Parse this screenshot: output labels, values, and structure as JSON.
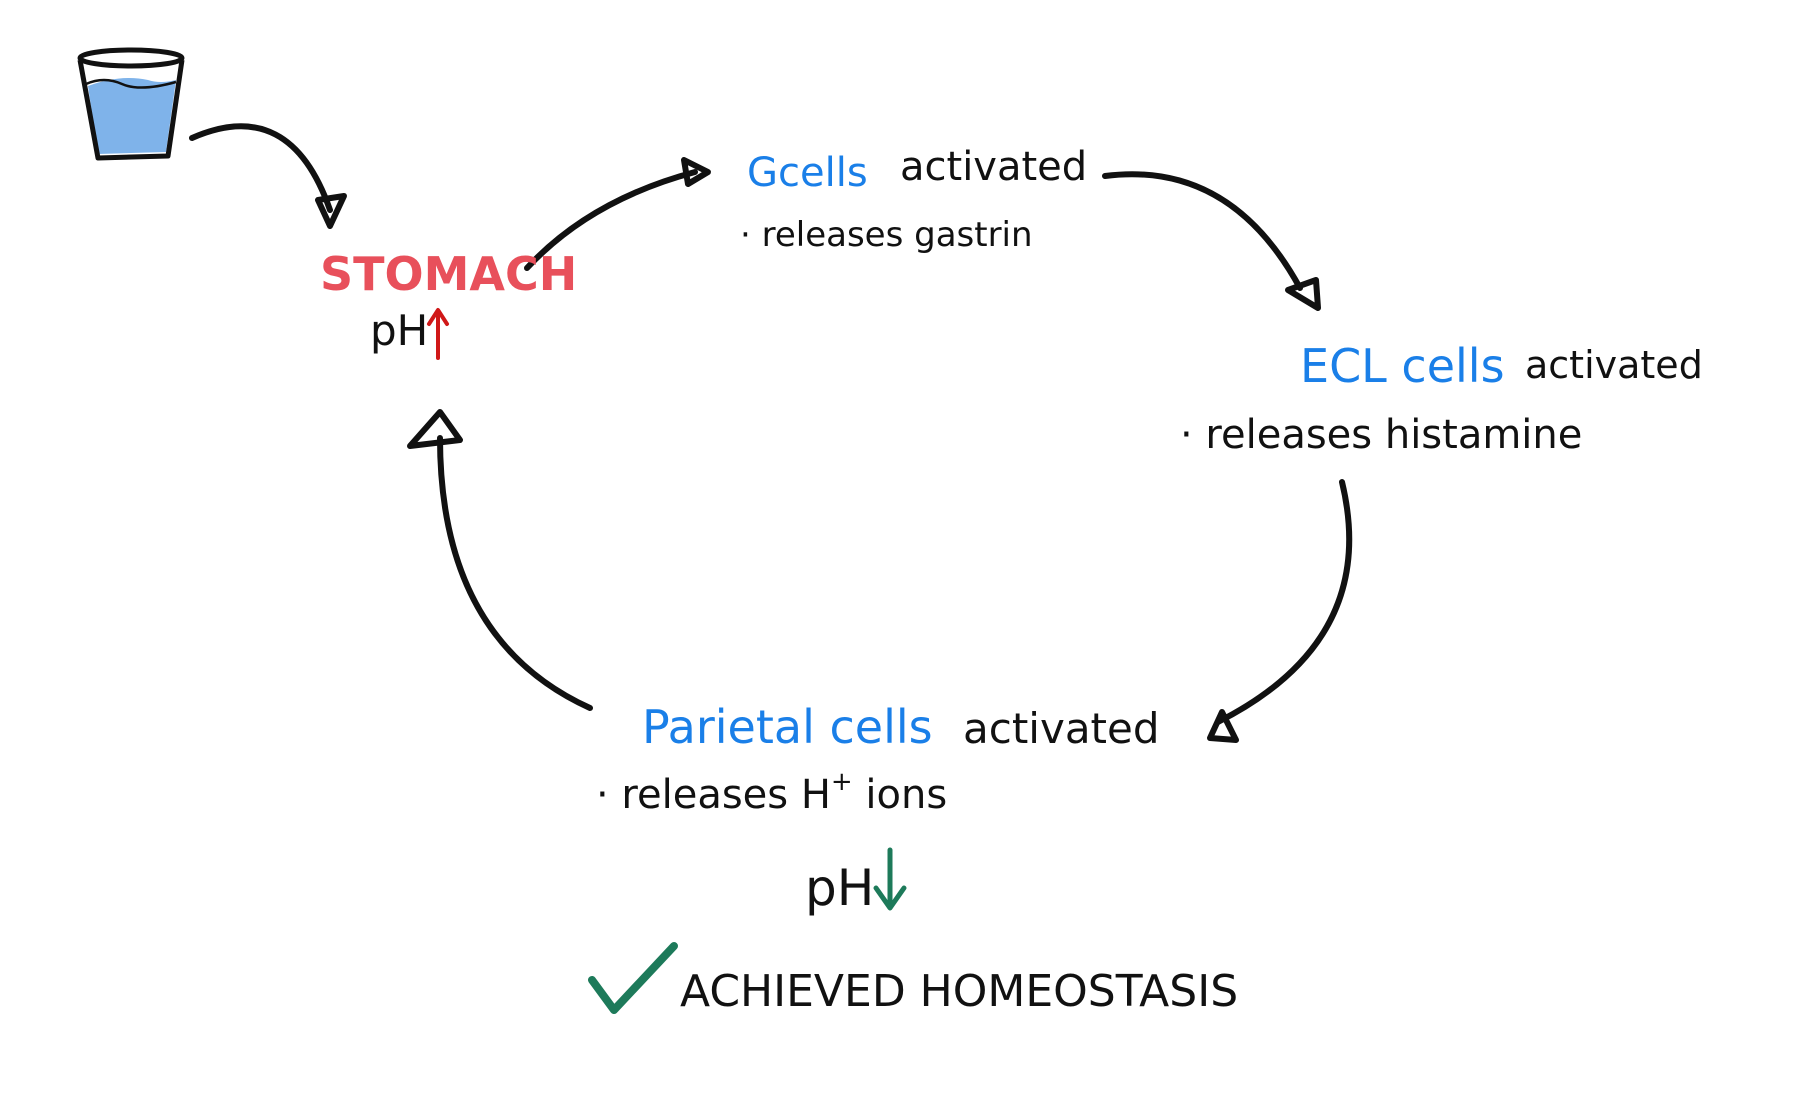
{
  "colors": {
    "ink": "#111111",
    "cell_blue": "#1a7fe8",
    "stomach_red": "#e8505b",
    "arrow_up_red": "#d01818",
    "arrow_down_green": "#1d7a5a",
    "check_green": "#1d7a5a",
    "water_blue": "#7fb3ea"
  },
  "icons": {
    "glass": "glass-of-water-icon",
    "ph_up": "arrow-up-icon",
    "ph_down": "arrow-down-icon",
    "check": "checkmark-icon"
  },
  "stomach": {
    "title": "STOMACH",
    "ph_label": "pH"
  },
  "g_cells": {
    "name": "Gcells",
    "status": "activated",
    "release": "· releases gastrin"
  },
  "ecl_cells": {
    "name": "ECL cells",
    "status": "activated",
    "release": "· releases histamine"
  },
  "parietal_cells": {
    "name": "Parietal cells",
    "status": "activated",
    "release_prefix": "· releases H",
    "release_sup": "+",
    "release_suffix": " ions"
  },
  "result": {
    "ph_label": "pH",
    "outcome": "ACHIEVED HOMEOSTASIS"
  }
}
